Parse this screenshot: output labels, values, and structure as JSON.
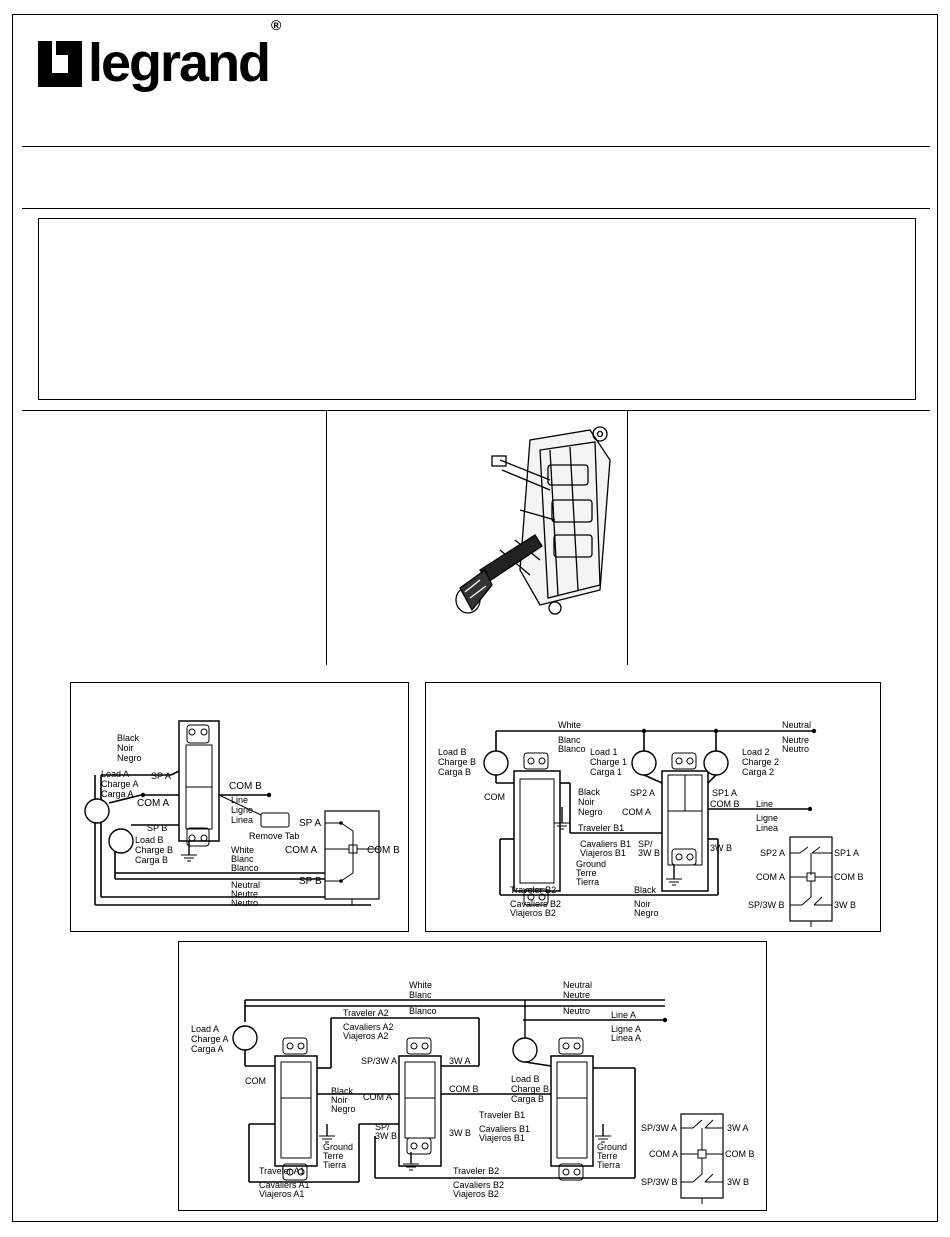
{
  "brand": {
    "name": "legrand",
    "registered": "®"
  },
  "diagram1": {
    "black": [
      "Black",
      "Noir",
      "Negro"
    ],
    "load_a": [
      "Load A",
      "Charge A",
      "Carga A"
    ],
    "load_b": [
      "Load B",
      "Charge B",
      "Carga B"
    ],
    "sp_a": "SP A",
    "com_a": "COM A",
    "com_b": "COM B",
    "sp_b": "SP B",
    "line": [
      "Line",
      "Ligne",
      "Linea"
    ],
    "remove_tab": "Remove Tab",
    "white": [
      "White",
      "Blanc",
      "Blanco"
    ],
    "neutral": [
      "Neutral",
      "Neutre",
      "Neutro"
    ],
    "schem": {
      "sp_a": "SP A",
      "com_a": "COM A",
      "com_b": "COM B",
      "sp_b": "SP B"
    }
  },
  "diagram2": {
    "white": [
      "White",
      "Blanc",
      "Blanco"
    ],
    "neutral": [
      "Neutral",
      "Neutre",
      "Neutro"
    ],
    "load_b": [
      "Load B",
      "Charge B",
      "Carga B"
    ],
    "load_1": [
      "Load 1",
      "Charge 1",
      "Carga 1"
    ],
    "load_2": [
      "Load 2",
      "Charge 2",
      "Carga 2"
    ],
    "sp2_a": "SP2 A",
    "sp1_a": "SP1 A",
    "com_a": "COM A",
    "com_b": "COM B",
    "com": "COM",
    "black": [
      "Black",
      "Noir",
      "Negro"
    ],
    "line": [
      "Line",
      "Ligne",
      "Linea"
    ],
    "traveler_b1": "Traveler B1",
    "cavaliers_b1": [
      "Cavaliers B1",
      "Viajeros B1"
    ],
    "sp3w_b": [
      "SP/",
      "3W B"
    ],
    "three_w_b": "3W B",
    "ground": [
      "Ground",
      "Terre",
      "Tierra"
    ],
    "traveler_b2": "Traveler B2",
    "cavaliers_b2": [
      "Cavaliers B2",
      "Viajeros B2"
    ],
    "black2": [
      "Black",
      "Noir",
      "Negro"
    ],
    "schem": {
      "sp2_a": "SP2 A",
      "sp1_a": "SP1 A",
      "com_a": "COM A",
      "com_b": "COM B",
      "sp3w_b": "SP/3W B",
      "three_w_b": "3W B"
    }
  },
  "diagram3": {
    "white": [
      "White",
      "Blanc",
      "Blanco"
    ],
    "neutral": [
      "Neutral",
      "Neutre",
      "Neutro"
    ],
    "traveler_a2": "Traveler A2",
    "cavaliers_a2": [
      "Cavaliers A2",
      "Viajeros A2"
    ],
    "line_a": [
      "Line A",
      "Ligne A",
      "Linea A"
    ],
    "load_a": [
      "Load A",
      "Charge A",
      "Carga A"
    ],
    "com": "COM",
    "sp3w_a": "SP/3W A",
    "three_w_a": "3W A",
    "black": [
      "Black",
      "Noir",
      "Negro"
    ],
    "com_a": "COM A",
    "com_b": "COM B",
    "load_b": [
      "Load B",
      "Charge B",
      "Carga B"
    ],
    "ground1": [
      "Ground",
      "Terre",
      "Tierra"
    ],
    "sp3w_b": [
      "SP/",
      "3W B"
    ],
    "three_w_b": "3W B",
    "traveler_b1": "Traveler B1",
    "cavaliers_b1": [
      "Cavaliers B1",
      "Viajeros B1"
    ],
    "ground2": [
      "Ground",
      "Terre",
      "Tierra"
    ],
    "traveler_a1": "Traveler A1",
    "cavaliers_a1": [
      "Cavaliers A1",
      "Viajeros A1"
    ],
    "traveler_b2": "Traveler B2",
    "cavaliers_b2": [
      "Cavaliers B2",
      "Viajeros B2"
    ],
    "schem": {
      "sp3w_a": "SP/3W A",
      "three_w_a": "3W A",
      "com_a": "COM A",
      "com_b": "COM B",
      "sp3w_b": "SP/3W B",
      "three_w_b": "3W B"
    }
  }
}
